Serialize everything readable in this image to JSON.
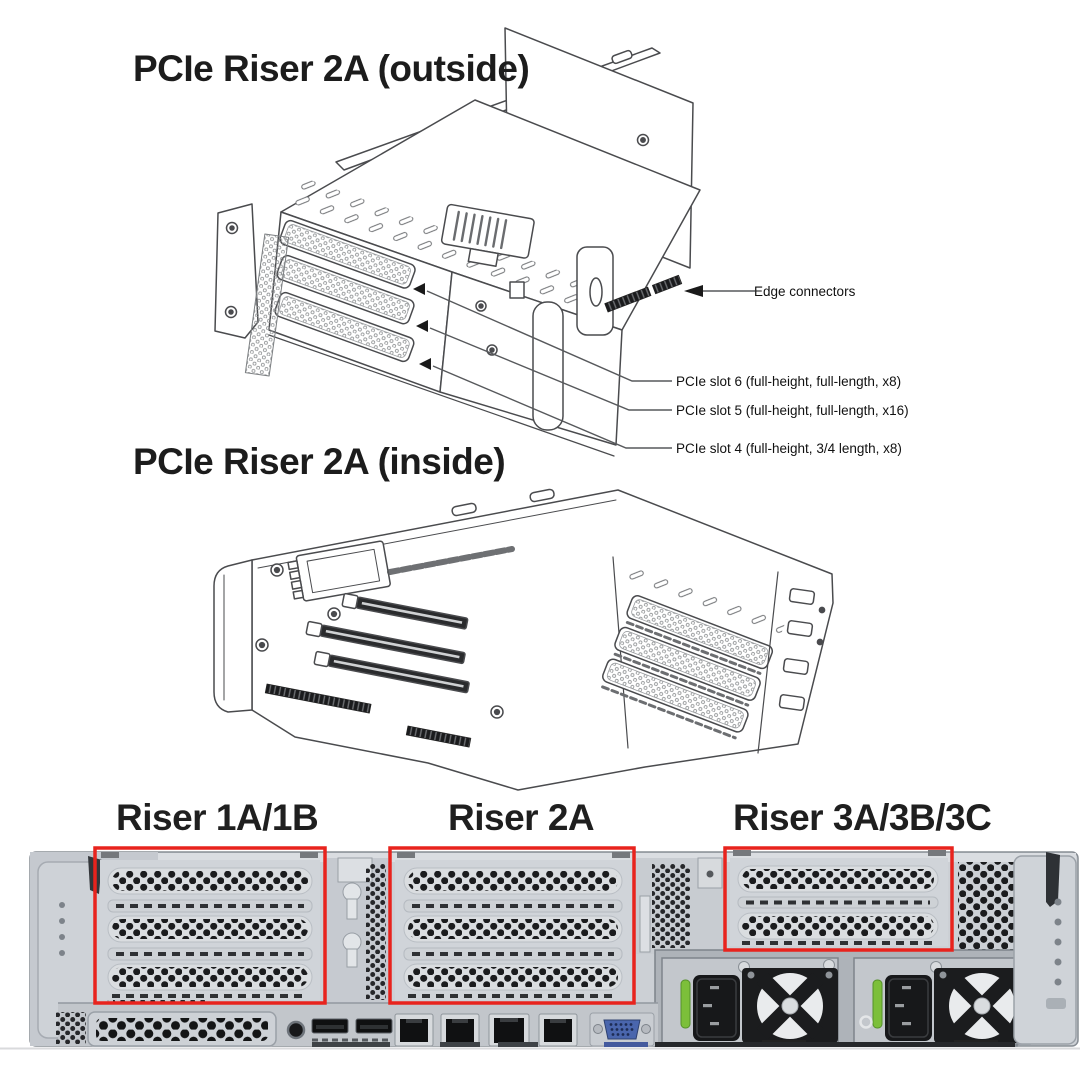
{
  "outside_figure": {
    "title": "PCIe Riser 2A (outside)"
  },
  "inside_figure": {
    "title": "PCIe Riser 2A (inside)"
  },
  "callouts": {
    "edge_connectors": "Edge connectors",
    "slot6": "PCIe slot 6 (full-height, full-length, x8)",
    "slot5": "PCIe slot 5 (full-height, full-length, x16)",
    "slot4": "PCIe slot 4 (full-height, 3/4 length, x8)"
  },
  "rear_view": {
    "risers": {
      "r1": "Riser 1A/1B",
      "r2": "Riser 2A",
      "r3": "Riser 3A/3B/3C"
    },
    "highlight_color": "#e8231d"
  },
  "icons": {
    "edge_connectors_arrow": "left-arrow"
  },
  "colors": {
    "line_art": "#4a4b4e",
    "chassis": "#ccd0d5",
    "hole": "#1b1c1e",
    "psu_latch_green": "#7cbf3a",
    "vga_blue": "#4a66ad",
    "text": "#1c1c1c"
  }
}
